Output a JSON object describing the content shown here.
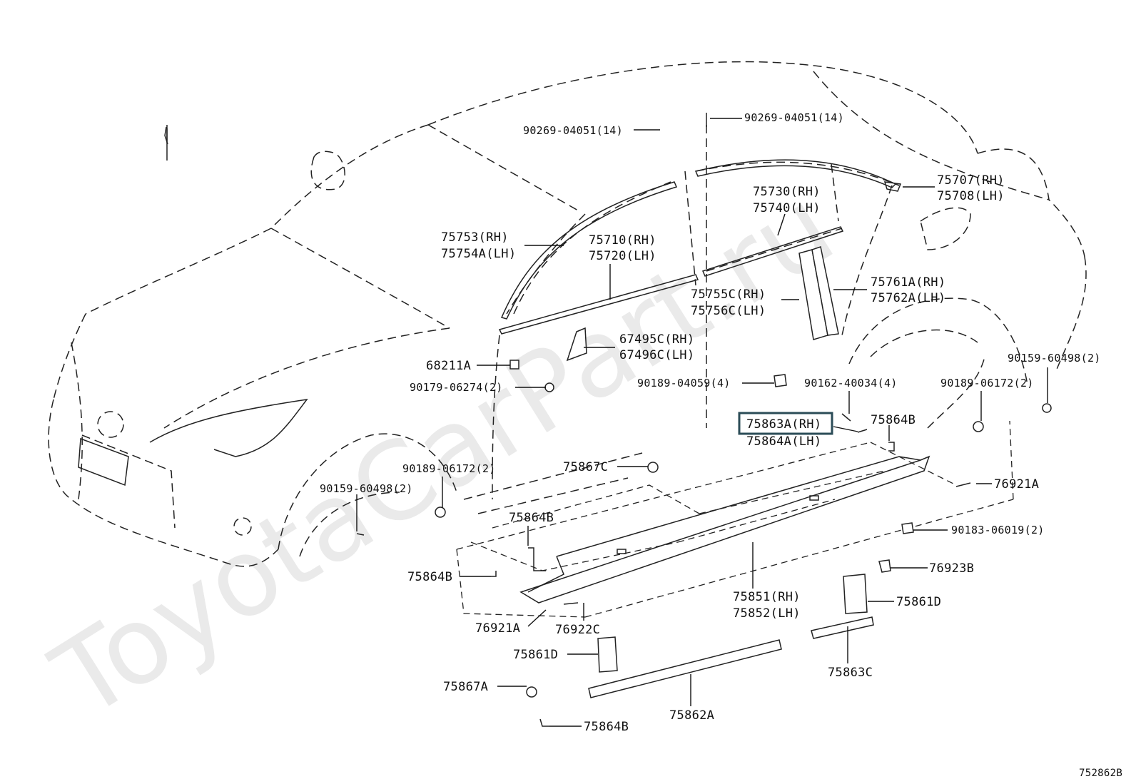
{
  "watermark": "ToyotaCarPart.ru",
  "diagram_code": "752862B",
  "highlighted_part": "75863A(RH)",
  "labels": {
    "p90269_left": "90269-04051(14)",
    "p90269_right": "90269-04051(14)",
    "p75707": "75707(RH)",
    "p75708": "75708(LH)",
    "p75730": "75730(RH)",
    "p75740": "75740(LH)",
    "p75753": "75753(RH)",
    "p75754A": "75754A(LH)",
    "p75710": "75710(RH)",
    "p75720": "75720(LH)",
    "p75761A": "75761A(RH)",
    "p75762A": "75762A(LH)",
    "p75755C": "75755C(RH)",
    "p75756C": "75756C(LH)",
    "p67495C": "67495C(RH)",
    "p67496C": "67496C(LH)",
    "p68211A": "68211A",
    "p90179": "90179-06274(2)",
    "p90189_04059": "90189-04059(4)",
    "p90162": "90162-40034(4)",
    "p90189_06172_r": "90189-06172(2)",
    "p90159_r": "90159-60498(2)",
    "p75863A": "75863A(RH)",
    "p75864A": "75864A(LH)",
    "p75864B_r": "75864B",
    "p75867C": "75867C",
    "p76921A_r": "76921A",
    "p90189_06172_l": "90189-06172(2)",
    "p90159_l": "90159-60498(2)",
    "p75864B_mid": "75864B",
    "p90183": "90183-06019(2)",
    "p76923B": "76923B",
    "p75864B_left": "75864B",
    "p75851": "75851(RH)",
    "p75852": "75852(LH)",
    "p75861D_r": "75861D",
    "p76921A_l": "76921A",
    "p76922C": "76922C",
    "p75861D_l": "75861D",
    "p75863C": "75863C",
    "p75867A": "75867A",
    "p75862A": "75862A",
    "p75864B_bot": "75864B"
  }
}
